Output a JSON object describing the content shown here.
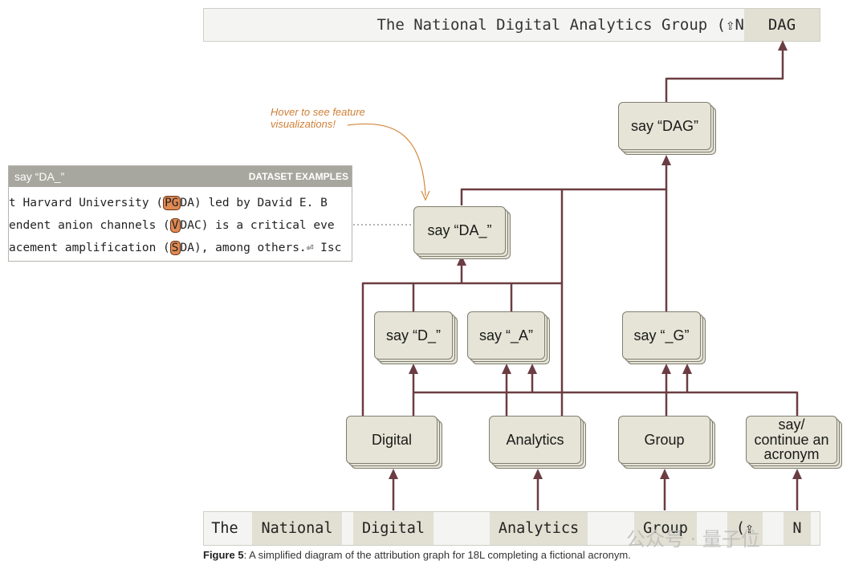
{
  "output_strip": {
    "text": "The National Digital Analytics Group (⇪N",
    "output_token": "DAG"
  },
  "nodes": {
    "say_dag": "say “DAG”",
    "say_da": "say “DA_”",
    "say_d": "say “D_”",
    "say_a": "say “_A”",
    "say_g": "say “_G”",
    "digital": "Digital",
    "analytics": "Analytics",
    "group": "Group",
    "acronym": "say/ continue an acronym"
  },
  "annotation": "Hover to see feature visualizations!",
  "feature_panel": {
    "title": "say “DA_”",
    "header_label": "DATASET EXAMPLES",
    "examples": [
      {
        "before": "t Harvard University (",
        "highlight": "PG",
        "after": "DA) led by David E. B"
      },
      {
        "before": "endent anion channels (",
        "highlight": "V",
        "after": "DAC) is a critical eve"
      },
      {
        "before": "acement amplification (",
        "highlight": "S",
        "after": "DA), among others.⏎ Isc"
      }
    ]
  },
  "input_tokens": [
    "The",
    "National",
    "Digital",
    "Analytics",
    "Group",
    "(⇪",
    "N"
  ],
  "caption": {
    "label": "Figure 5",
    "text": ": A simplified diagram of the attribution graph for 18L completing a fictional acronym."
  },
  "watermark": "公众号 · 量子位",
  "colors": {
    "edge": "#6b3d42",
    "node_fill": "#e5e4d6",
    "node_border": "#807e70",
    "annotation": "#cf7f36",
    "highlight": "#e08a54"
  }
}
